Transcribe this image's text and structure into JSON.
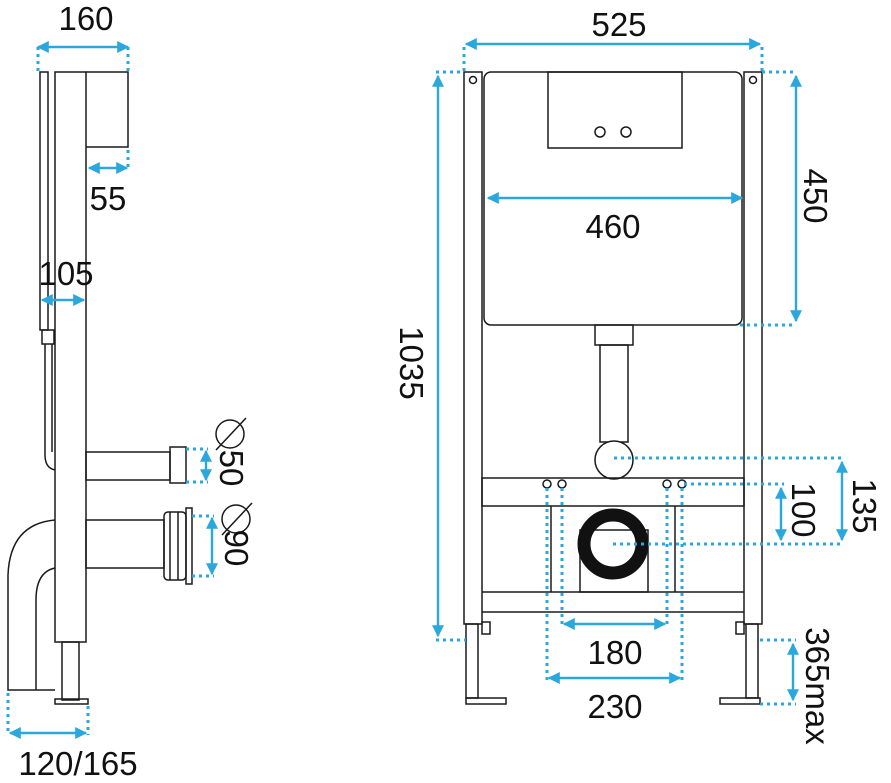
{
  "colors": {
    "dimension": "#2aa7dc",
    "outline": "#1a1a1a",
    "background": "#ffffff"
  },
  "dimensions": {
    "side_depth": "160",
    "side_top_offset": "55",
    "side_frame_depth": "105",
    "pipe_50": "50",
    "pipe_90": "90",
    "side_foot": "120/165",
    "frame_width": "525",
    "cistern_width": "460",
    "cistern_height": "450",
    "frame_height": "1035",
    "outlet_100": "100",
    "outlet_135": "135",
    "bolt_180": "180",
    "bolt_230": "230",
    "leg_max": "365max"
  },
  "icons": {
    "diameter": "diameter-symbol-icon"
  }
}
